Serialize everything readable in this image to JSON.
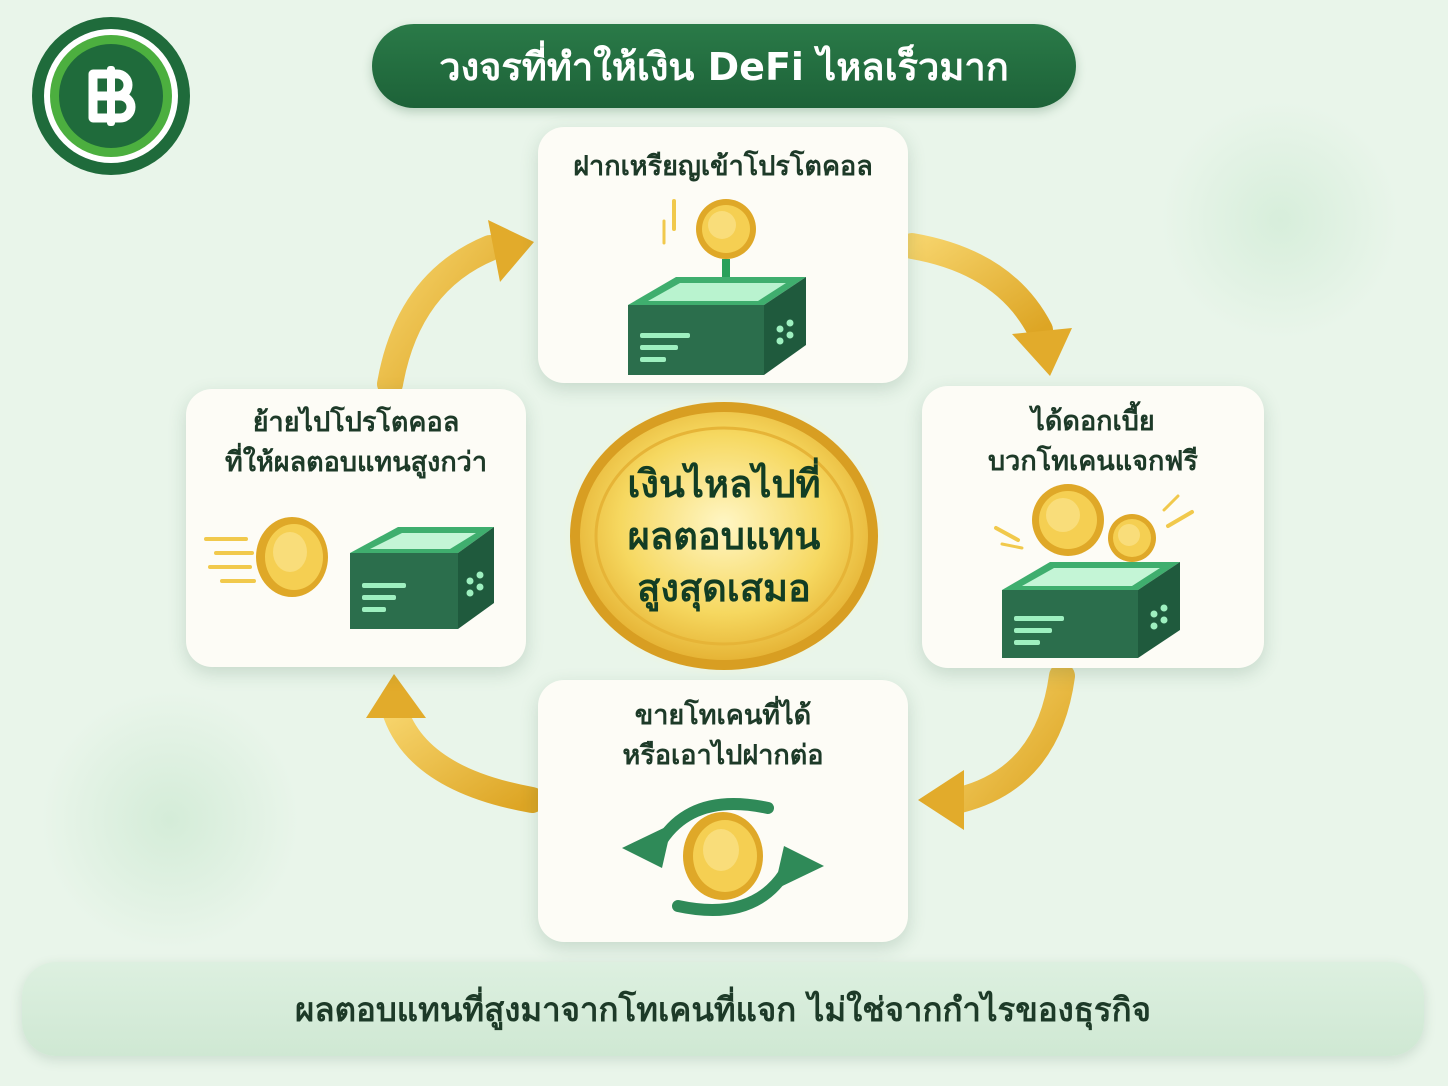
{
  "title": "วงจรที่ทำให้เงิน DeFi ไหลเร็วมาก",
  "logo": {
    "icon": "baht-icon",
    "colors": {
      "outer": "#1f6b3b",
      "ring": "#4caf3f"
    }
  },
  "steps": {
    "top": {
      "lines": [
        "ฝากเหรียญเข้าโปรโตคอล"
      ]
    },
    "right": {
      "lines": [
        "ได้ดอกเบี้ย",
        "บวกโทเคนแจกฟรี"
      ]
    },
    "bottom": {
      "lines": [
        "ขายโทเคนที่ได้",
        "หรือเอาไปฝากต่อ"
      ]
    },
    "left": {
      "lines": [
        "ย้ายไปโปรโตคอล",
        "ที่ให้ผลตอบแทนสูงกว่า"
      ]
    }
  },
  "center": {
    "lines": [
      "เงินไหลไปที่",
      "ผลตอบแทน",
      "สูงสุดเสมอ"
    ]
  },
  "footer": "ผลตอบแทนที่สูงมาจากโทเคนที่แจก ไม่ใช่จากกำไรของธุรกิจ",
  "colors": {
    "green": "#1f6b3b",
    "gold": "#e9b52c",
    "card": "#fdfcf6",
    "background": "#e9f5ea"
  }
}
